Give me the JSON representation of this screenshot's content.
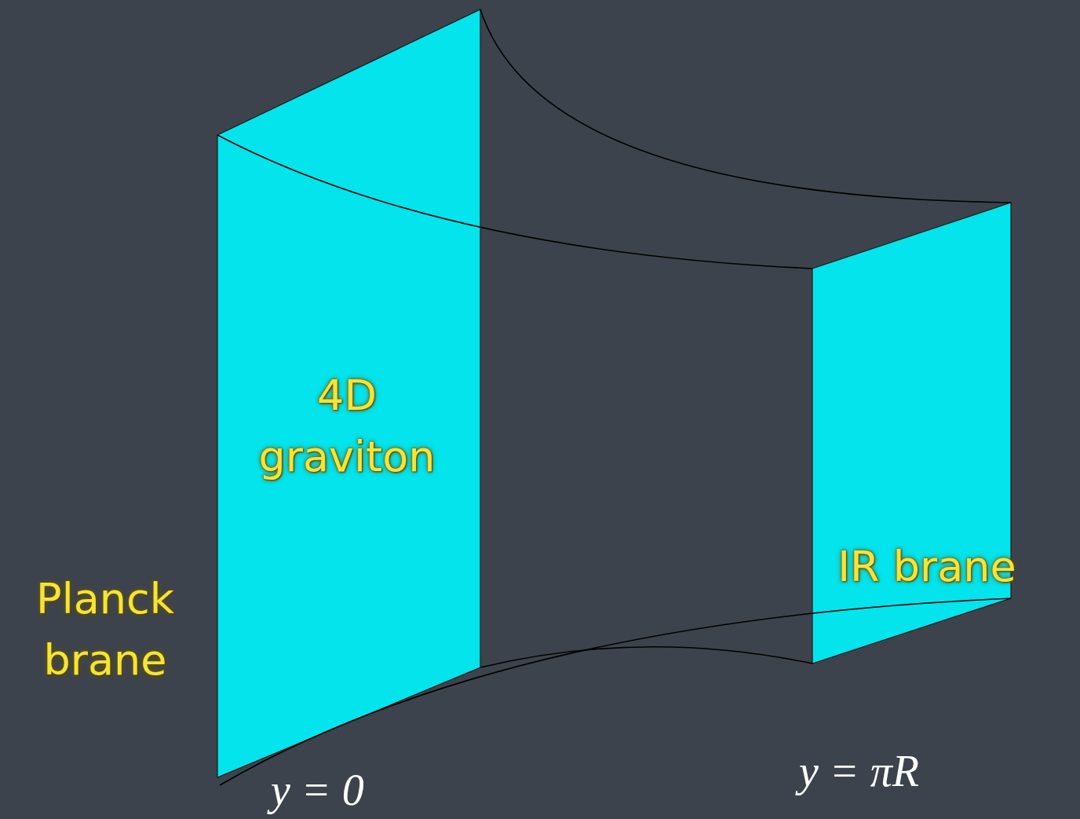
{
  "diagram": {
    "nodes": [
      {
        "text": [
          "Planck brane",
          "4D graviton"
        ]
      },
      {
        "text": [
          "IR brane"
        ]
      }
    ],
    "labels": [
      "y = 0",
      "y = πR"
    ]
  }
}
